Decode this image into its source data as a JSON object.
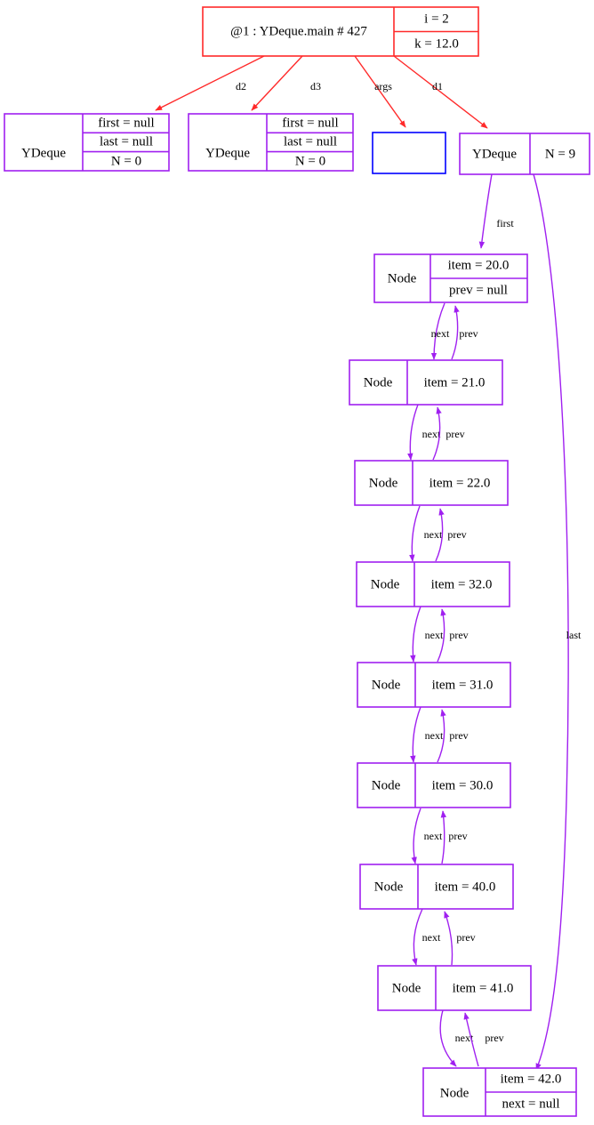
{
  "diagram": {
    "title": "YDeque object diagram",
    "colors": {
      "stack_frame": "#ff2a2a",
      "object": "#a020f0",
      "array": "#0000ff",
      "text": "#000000",
      "background": "#ffffff"
    }
  },
  "stack_frame": {
    "name": "@1 : YDeque.main # 427",
    "locals": [
      {
        "label": "i = 2"
      },
      {
        "label": "k = 12.0"
      }
    ]
  },
  "frame_edges": [
    {
      "label": "d2"
    },
    {
      "label": "d3"
    },
    {
      "label": "args"
    },
    {
      "label": "d1"
    }
  ],
  "objects": {
    "deque_d2": {
      "type": "YDeque",
      "fields": [
        {
          "label": "first = null"
        },
        {
          "label": "last = null"
        },
        {
          "label": "N = 0"
        }
      ]
    },
    "deque_d3": {
      "type": "YDeque",
      "fields": [
        {
          "label": "first = null"
        },
        {
          "label": "last = null"
        },
        {
          "label": "N = 0"
        }
      ]
    },
    "args_array": {
      "type": "array",
      "contents": ""
    },
    "deque_d1": {
      "type": "YDeque",
      "fields": [
        {
          "label": "N = 9"
        }
      ]
    }
  },
  "deque_edges": [
    {
      "label": "first"
    },
    {
      "label": "last"
    }
  ],
  "link_edge_labels": {
    "next": "next",
    "prev": "prev"
  },
  "nodes": [
    {
      "type": "Node",
      "fields": [
        {
          "label": "item = 20.0"
        },
        {
          "label": "prev = null"
        }
      ]
    },
    {
      "type": "Node",
      "fields": [
        {
          "label": "item = 21.0"
        }
      ]
    },
    {
      "type": "Node",
      "fields": [
        {
          "label": "item = 22.0"
        }
      ]
    },
    {
      "type": "Node",
      "fields": [
        {
          "label": "item = 32.0"
        }
      ]
    },
    {
      "type": "Node",
      "fields": [
        {
          "label": "item = 31.0"
        }
      ]
    },
    {
      "type": "Node",
      "fields": [
        {
          "label": "item = 30.0"
        }
      ]
    },
    {
      "type": "Node",
      "fields": [
        {
          "label": "item = 40.0"
        }
      ]
    },
    {
      "type": "Node",
      "fields": [
        {
          "label": "item = 41.0"
        }
      ]
    },
    {
      "type": "Node",
      "fields": [
        {
          "label": "item = 42.0"
        },
        {
          "label": "next = null"
        }
      ]
    }
  ]
}
